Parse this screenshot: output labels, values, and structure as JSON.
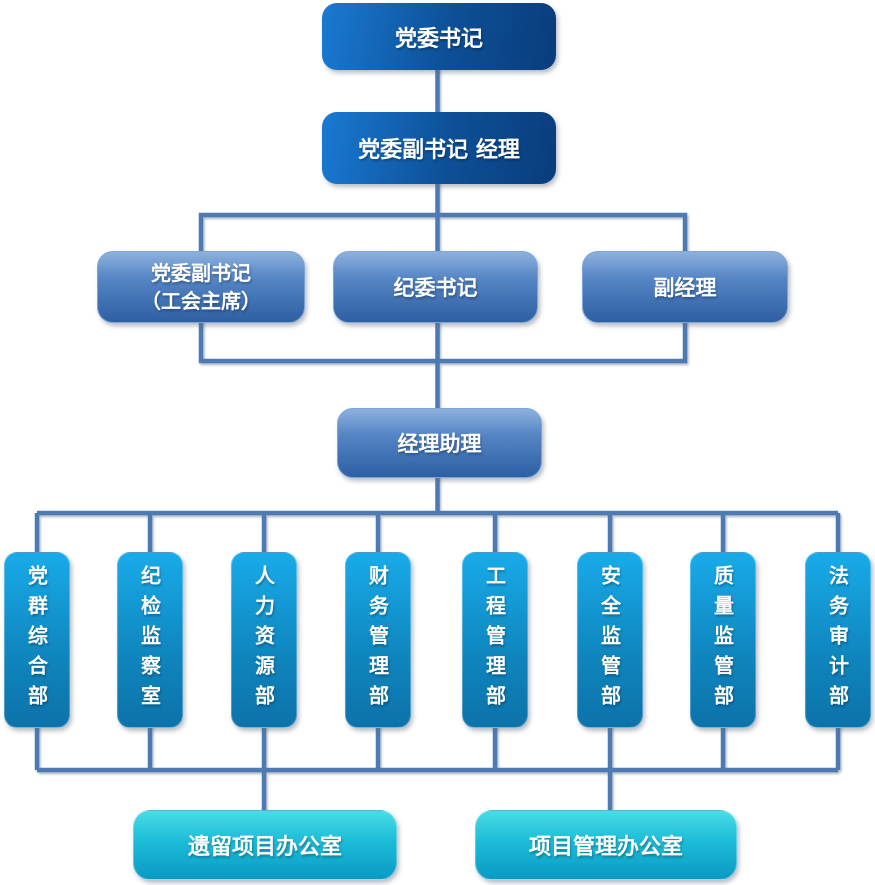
{
  "org_chart": {
    "root": {
      "label": "党委书记"
    },
    "deputy": {
      "label": "党委副书记  经理"
    },
    "level3": [
      {
        "label": "党委副书记\n（工会主席）"
      },
      {
        "label": "纪委书记"
      },
      {
        "label": "副经理"
      }
    ],
    "assistant": {
      "label": "经理助理"
    },
    "departments": [
      {
        "label": "党群综合部"
      },
      {
        "label": "纪检监察室"
      },
      {
        "label": "人力资源部"
      },
      {
        "label": "财务管理部"
      },
      {
        "label": "工程管理部"
      },
      {
        "label": "安全监管部"
      },
      {
        "label": "质量监管部"
      },
      {
        "label": "法务审计部"
      }
    ],
    "offices": [
      {
        "label": "遗留项目办公室"
      },
      {
        "label": "项目管理办公室"
      }
    ]
  },
  "colors": {
    "executive_gradient_start": "#1a7ad3",
    "executive_gradient_end": "#093d7c",
    "management_gradient_start": "#8db1de",
    "management_gradient_end": "#2d5fa3",
    "department_gradient_start": "#18abe9",
    "department_gradient_end": "#0d72aa",
    "office_gradient_start": "#48dce5",
    "office_gradient_end": "#0a9ac4",
    "connector_line": "#4e7ab2",
    "text": "#ffffff"
  }
}
